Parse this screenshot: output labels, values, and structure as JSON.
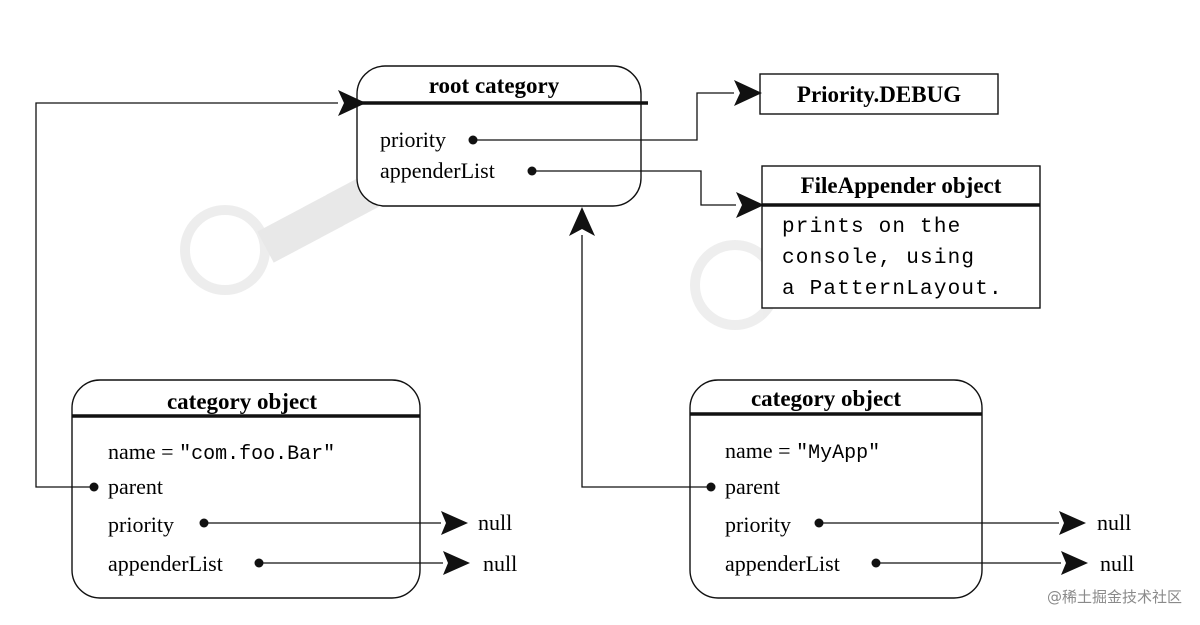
{
  "root": {
    "title": "root category",
    "priority_label": "priority",
    "appender_label": "appenderList"
  },
  "priority_debug": {
    "title": "Priority.DEBUG"
  },
  "file_appender": {
    "title": "FileAppender object",
    "body": [
      "prints on the",
      "console, using",
      "a PatternLayout."
    ]
  },
  "left_category": {
    "title": "category object",
    "name_prefix": "name = ",
    "name_value": "\"com.foo.Bar\"",
    "parent_label": "parent",
    "priority_label": "priority",
    "appender_label": "appenderList",
    "priority_value": "null",
    "appender_value": "null"
  },
  "right_category": {
    "title": "category object",
    "name_prefix": "name = ",
    "name_value": "\"MyApp\"",
    "parent_label": "parent",
    "priority_label": "priority",
    "appender_label": "appenderList",
    "priority_value": "null",
    "appender_value": "null"
  },
  "watermark": {
    "text": "@稀土掘金技术社区"
  }
}
